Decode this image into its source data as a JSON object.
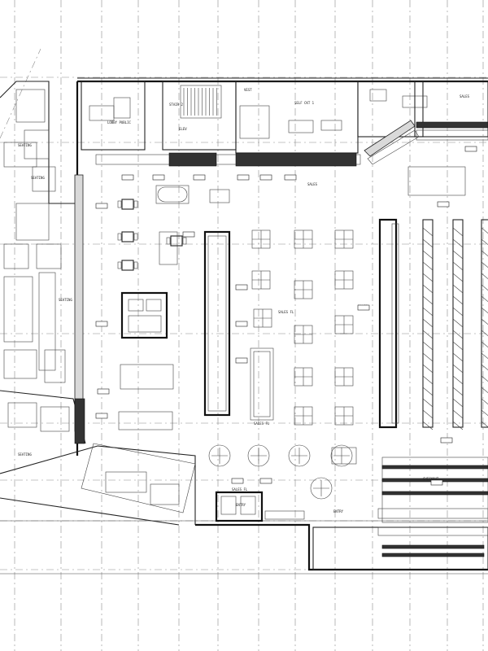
{
  "plan": {
    "labels": {
      "room_nw_1": "LOBBY PUBLIC",
      "room_nw_2": "STAIR 2",
      "room_nw_3": "ELEV",
      "room_n_1": "VEST",
      "room_n_2": "SELF CKT 1",
      "room_n_3": "SALES",
      "room_ne_1": "SALES",
      "room_w_1": "SEATING",
      "room_w_2": "SEATING",
      "room_w_3": "SEATING",
      "room_w_4": "SEATING",
      "zone_center_1": "SALES FL",
      "zone_center_2": "SALES FL",
      "zone_center_3": "SALES FL",
      "zone_e_1": "SALES",
      "zone_se_1": "CHECKOUT",
      "zone_s_1": "ENTRY",
      "zone_s_2": "ENTRY"
    },
    "colors": {
      "line": "#222222",
      "grid": "#8a8a8a",
      "background": "#ffffff"
    }
  }
}
